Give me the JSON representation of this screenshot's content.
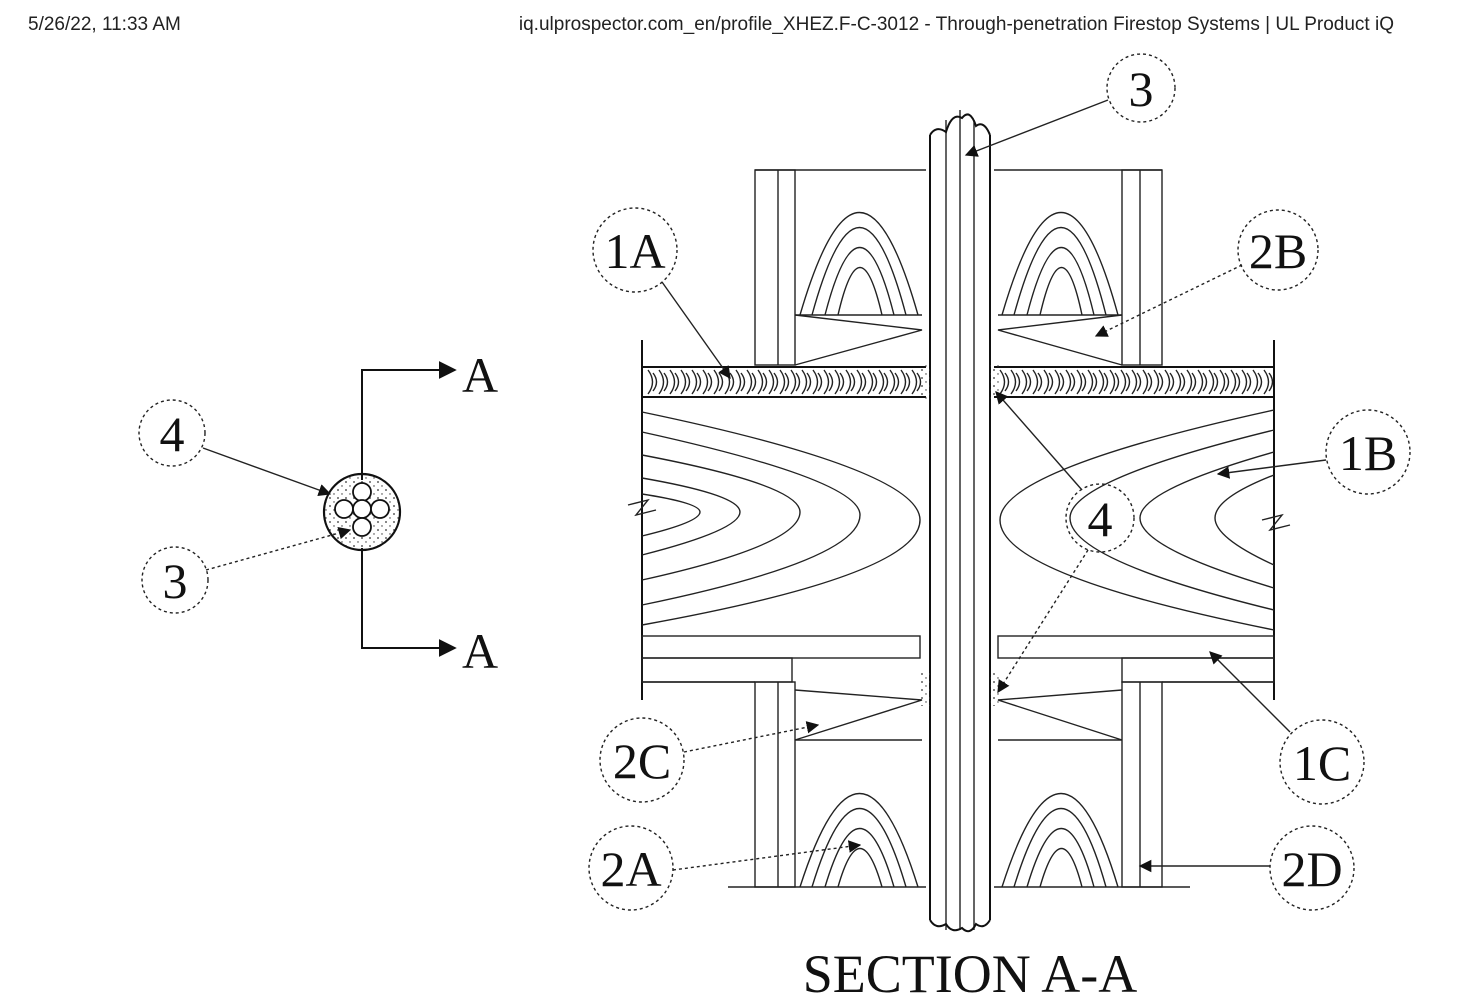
{
  "print_header": {
    "timestamp": "5/26/22, 11:33 AM",
    "page_title": "iq.ulprospector.com_en/profile_XHEZ.F-C-3012 - Through-penetration Firestop Systems | UL Product iQ"
  },
  "plan_view": {
    "section_marker_top": "A",
    "section_marker_bottom": "A",
    "callouts": {
      "c4": "4",
      "c3": "3"
    }
  },
  "section_view": {
    "caption": "SECTION A-A",
    "callouts": {
      "c3": "3",
      "c1a": "1A",
      "c2b": "2B",
      "c1b": "1B",
      "c4": "4",
      "c2c": "2C",
      "c1c": "1C",
      "c2a": "2A",
      "c2d": "2D"
    }
  },
  "colors": {
    "ink": "#111111",
    "paper": "#ffffff"
  }
}
